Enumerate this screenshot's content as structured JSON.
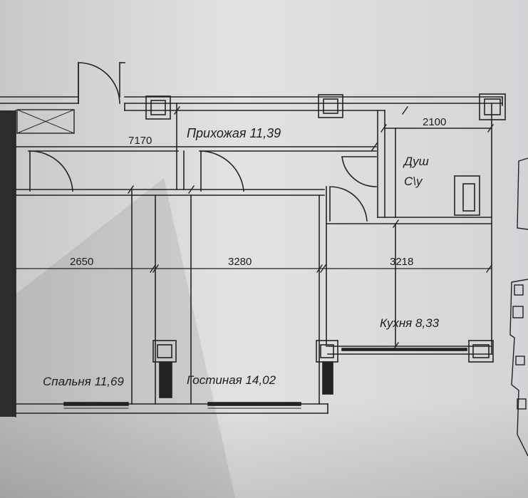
{
  "rooms": {
    "hallway": "Прихожая 11,39",
    "bedroom": "Спальня 11,69",
    "living": "Гостиная 14,02",
    "kitchen": "Кухня 8,33",
    "shower": "Душ",
    "wc": "С\\у"
  },
  "dimensions": {
    "corridor": "7170",
    "bath": "2100",
    "bedroom": "2650",
    "living": "3280",
    "kitchen": "3218"
  },
  "colors": {
    "paper": "#dadadc",
    "line": "#232325",
    "shadow": "#b4b4b8"
  }
}
